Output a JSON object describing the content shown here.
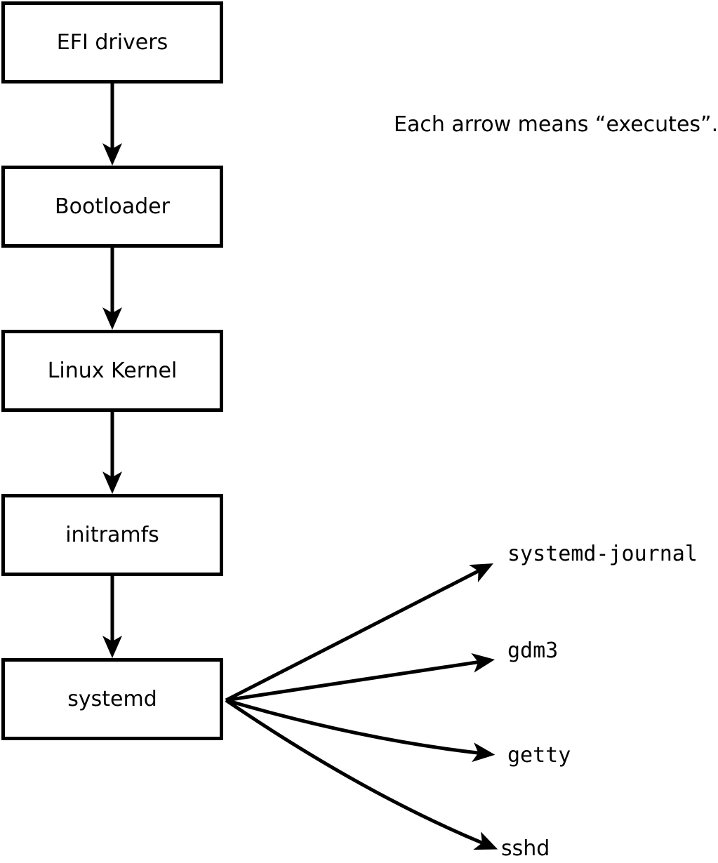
{
  "annotation": {
    "text": "Each arrow means “executes”."
  },
  "flow": {
    "boxes": [
      {
        "label": "EFI drivers"
      },
      {
        "label": "Bootloader"
      },
      {
        "label": "Linux Kernel"
      },
      {
        "label": "initramfs"
      },
      {
        "label": "systemd"
      }
    ],
    "spawned": [
      {
        "label": "systemd-journal"
      },
      {
        "label": "gdm3"
      },
      {
        "label": "getty"
      },
      {
        "label": "sshd"
      }
    ]
  },
  "colors": {
    "line": "#000000",
    "text": "#000000",
    "background": "#ffffff",
    "box_fill": "#ffffff"
  }
}
